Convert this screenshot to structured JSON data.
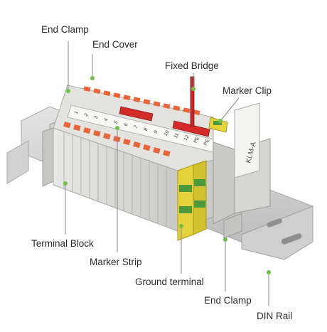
{
  "labels": {
    "end_clamp_top": "End Clamp",
    "end_cover": "End Cover",
    "fixed_bridge": "Fixed Bridge",
    "marker_clip": "Marker Clip",
    "terminal_block": "Terminal Block",
    "marker_strip": "Marker Strip",
    "ground_terminal": "Ground terminal",
    "end_clamp_bottom": "End Clamp",
    "din_rail": "DIN Rail"
  },
  "marker_strip_numbers": [
    "1",
    "2",
    "3",
    "4",
    "5",
    "6",
    "7",
    "8",
    "9",
    "10",
    "11",
    "12",
    "PE",
    "PE"
  ],
  "marker_clip_text": "KLM-A",
  "colors": {
    "housing": "#d9d9d6",
    "orange_button": "#e8653a",
    "fixed_bridge": "#d42a2a",
    "ground_yellow": "#e6d23a",
    "ground_green": "#4b9a3c",
    "rail": "#c9c9c9",
    "leader_line": "#8a8a8a",
    "dot": "#6fbf4a"
  }
}
